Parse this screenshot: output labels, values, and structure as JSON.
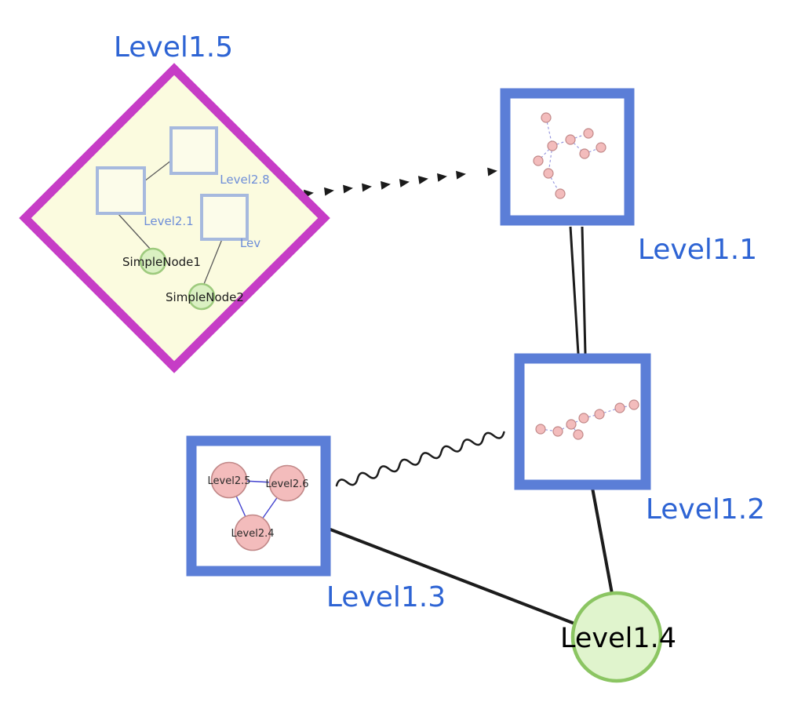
{
  "nodes": {
    "level15": "Level1.5",
    "level11": "Level1.1",
    "level12": "Level1.2",
    "level13": "Level1.3",
    "level14": "Level1.4",
    "level28": "Level2.8",
    "level21": "Level2.1",
    "lev": "Lev",
    "simplenode1": "SimpleNode1",
    "simplenode2": "SimpleNode2",
    "level25": "Level2.5",
    "level26": "Level2.6",
    "level24": "Level2.4"
  },
  "colors": {
    "magenta": "#c63dc6",
    "diamond-fill": "#fbfbdf",
    "inner-border": "#a6b9de",
    "inner-fill": "#fcfcea",
    "box-border": "#5b7ed7",
    "label-blue": "#2e64d4",
    "inner-label-blue": "#6e8ed8",
    "green-fill": "#daf0c2",
    "green-border": "#9dca7d",
    "big-green-fill": "#e0f4cd",
    "big-green-border": "#8bc562",
    "pink-fill": "#f3bcbc",
    "pink-border": "#c18888",
    "mini-edge": "#9090dd",
    "tri-edge": "#4343cf",
    "edge-dark": "#1c1c1c"
  }
}
